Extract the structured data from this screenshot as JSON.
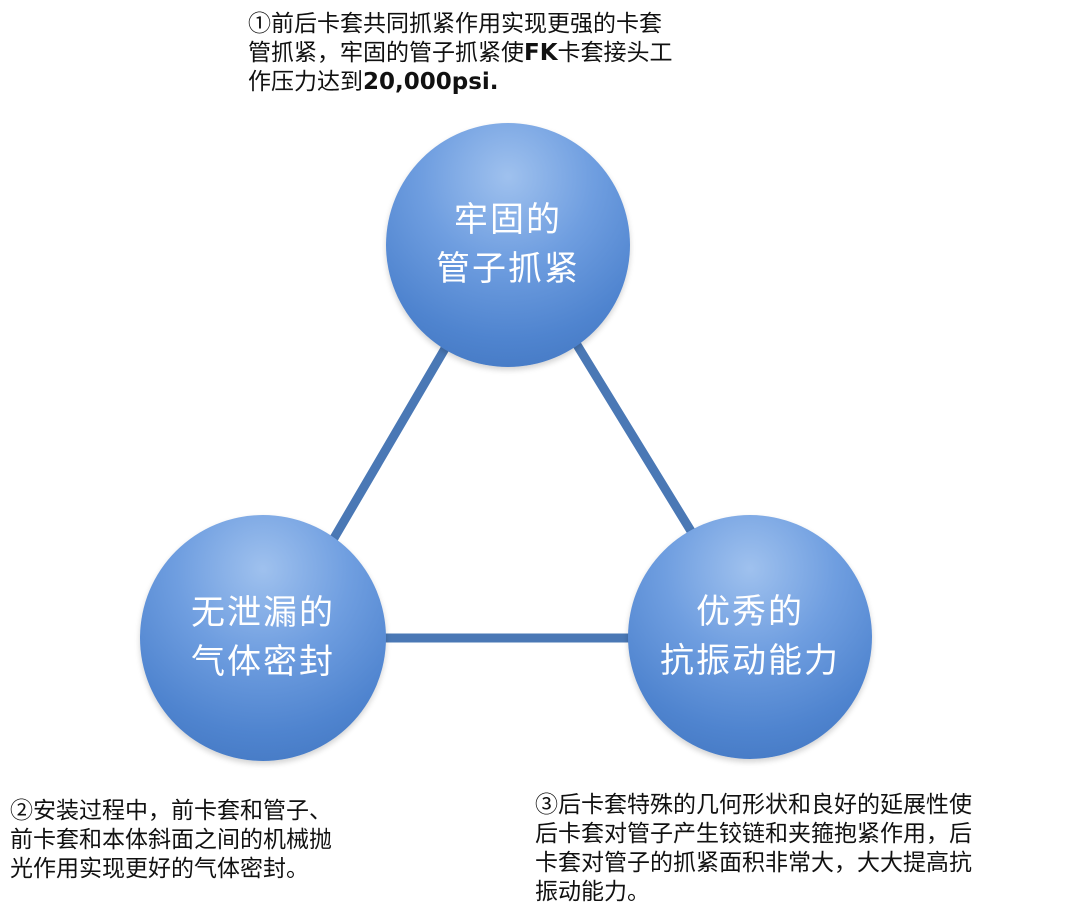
{
  "nodes": {
    "top": {
      "line1": "牢固的",
      "line2": "管子抓紧"
    },
    "left": {
      "line1": "无泄漏的",
      "line2": "气体密封"
    },
    "right": {
      "line1": "优秀的",
      "line2": "抗振动能力"
    }
  },
  "descriptions": {
    "top": {
      "line1": "①前后卡套共同抓紧作用实现更强的卡套",
      "line2_a": "管抓紧，牢固的管子抓紧使",
      "line2_b": "FK",
      "line2_c": "卡套接头工",
      "line3_a": "作压力达到",
      "line3_b": "20,000psi."
    },
    "left": {
      "line1": "②安装过程中，前卡套和管子、",
      "line2": "前卡套和本体斜面之间的机械抛",
      "line3": "光作用实现更好的气体密封。"
    },
    "right": {
      "line1": "③后卡套特殊的几何形状和良好的延展性使",
      "line2": "后卡套对管子产生铰链和夹箍抱紧作用，后",
      "line3": "卡套对管子的抓紧面积非常大，大大提高抗",
      "line4": "振动能力。"
    }
  },
  "colors": {
    "connector": "#4a78b5",
    "node_fill": "#5b8fd6",
    "node_text": "#ffffff",
    "text": "#111111"
  }
}
